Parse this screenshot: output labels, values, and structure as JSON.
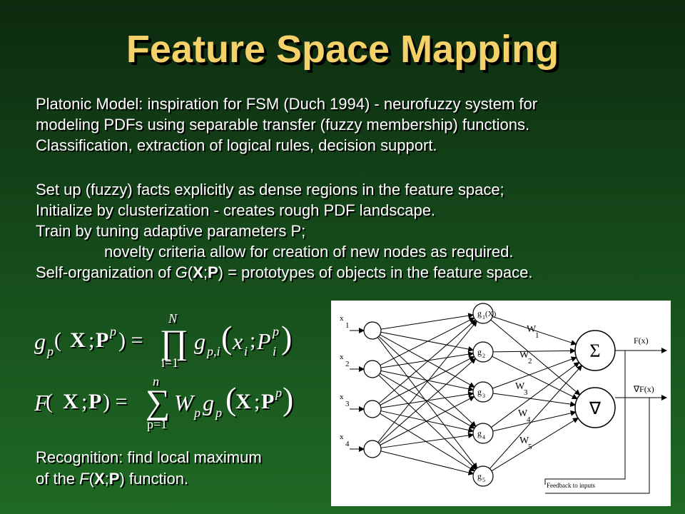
{
  "title": "Feature Space Mapping",
  "paragraphs": {
    "intro": [
      "Platonic Model: inspiration for FSM (Duch 1994) - neurofuzzy system for",
      "modeling PDFs using separable transfer (fuzzy membership) functions.",
      "Classification, extraction of logical rules, decision support."
    ],
    "method": [
      "Set up (fuzzy) facts explicitly as dense regions in the feature space;",
      "Initialize by clusterization - creates rough PDF landscape.",
      "Train by tuning adaptive parameters P;",
      "novelty criteria allow for creation of new nodes as required."
    ],
    "self_org": {
      "prefix": "Self-organization of ",
      "G": "G",
      "open": "(",
      "X": "X",
      "semi": ";",
      "P": "P",
      "suffix": ") = prototypes of objects in the feature space."
    }
  },
  "formula1": {
    "lhs_g": "g",
    "lhs_sub": "p",
    "lhs_args_open": " (",
    "lhs_X": "X",
    "lhs_semi": ";",
    "lhs_P": "P",
    "lhs_sup": "p",
    "lhs_close": ") =",
    "prod": "∏",
    "prod_top": "N",
    "prod_bottom": "i=1",
    "rhs_g": "g",
    "rhs_sub": "p,i",
    "rhs_x": "x",
    "rhs_xsub": "i",
    "rhs_semi": ";",
    "rhs_P": "P",
    "rhs_Psub": "i",
    "rhs_Psup": "p"
  },
  "formula2": {
    "lhs_F": "F",
    "lhs_open": " (",
    "lhs_X": "X",
    "lhs_semi": ";",
    "lhs_P": "P",
    "lhs_close": ") =",
    "sum": "∑",
    "sum_top": "n",
    "sum_bottom": "p=1",
    "rhs_W": "W",
    "rhs_Wsub": "p",
    "rhs_g": "g",
    "rhs_gsub": "p",
    "rhs_X": "X",
    "rhs_semi": ";",
    "rhs_P": "P",
    "rhs_Psup": "p"
  },
  "recognition": {
    "line1": "Recognition: find local maximum",
    "line2_prefix": "of the ",
    "F": "F",
    "open": "(",
    "X": "X",
    "semi": ";",
    "P": "P",
    "line2_suffix": ") function."
  },
  "network": {
    "inputs": [
      {
        "letter": "x",
        "index": "1"
      },
      {
        "letter": "x",
        "index": "2"
      },
      {
        "letter": "x",
        "index": "3"
      },
      {
        "letter": "x",
        "index": "4"
      }
    ],
    "hidden": [
      {
        "label": "g",
        "sub": "1",
        "extra": "(X)"
      },
      {
        "label": "g",
        "sub": "2",
        "extra": ""
      },
      {
        "label": "g",
        "sub": "3",
        "extra": ""
      },
      {
        "label": "g",
        "sub": "4",
        "extra": ""
      },
      {
        "label": "g",
        "sub": "5",
        "extra": ""
      }
    ],
    "weights": [
      {
        "letter": "W",
        "index": "1"
      },
      {
        "letter": "W",
        "index": "2"
      },
      {
        "letter": "W",
        "index": "3"
      },
      {
        "letter": "W",
        "index": "4"
      },
      {
        "letter": "W",
        "index": "5"
      }
    ],
    "sum_symbol": "Σ",
    "grad_symbol": "∇",
    "output1": "F(x)",
    "output2": "∇F(x)",
    "feedback": "Feedback to inputs"
  }
}
